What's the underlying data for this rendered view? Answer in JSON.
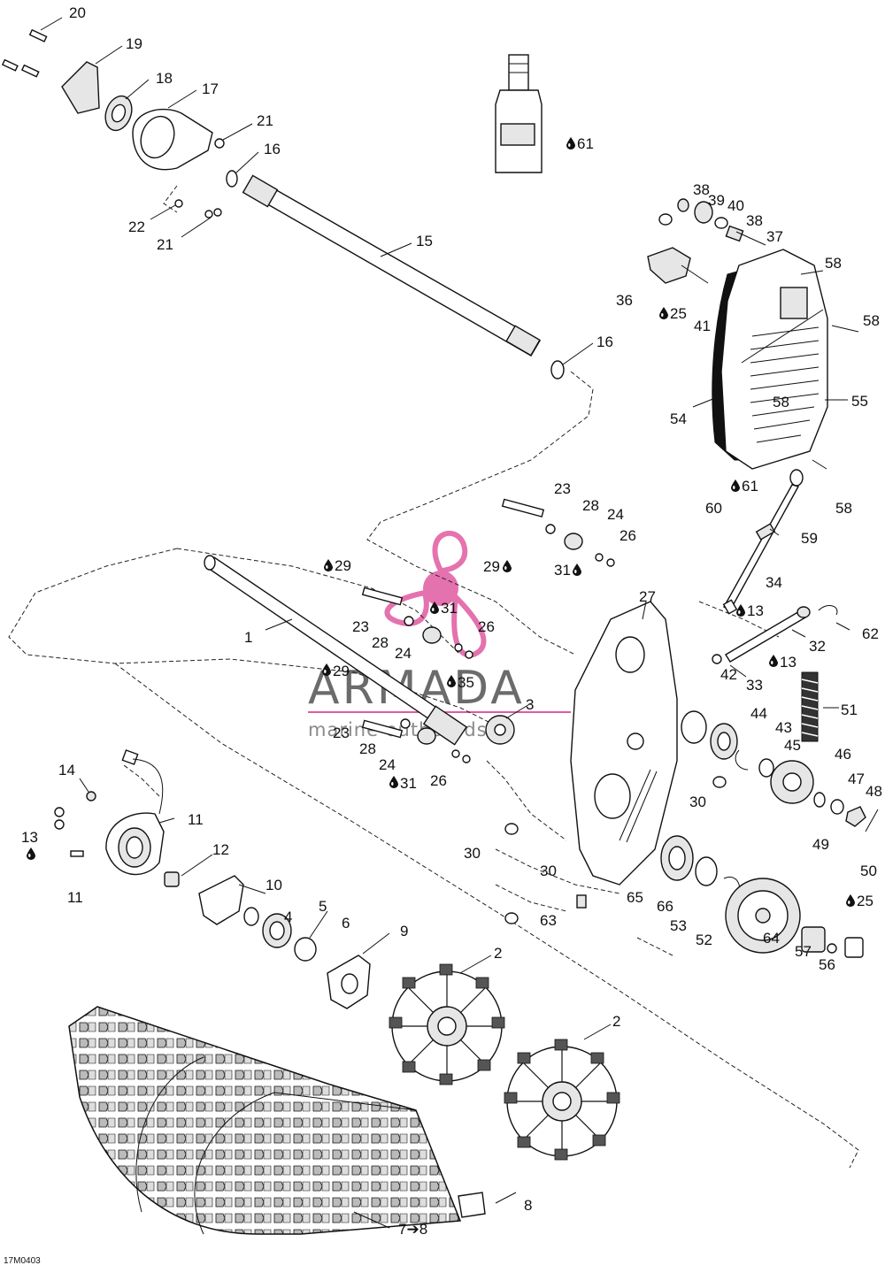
{
  "diagram_id": "17M0403",
  "watermark": {
    "brand": "ARMADA",
    "tagline": "marine outboards",
    "accent_color": "#e05aa0"
  },
  "callouts": {
    "c1": "1",
    "c2a": "2",
    "c2b": "2",
    "c3": "3",
    "c4": "4",
    "c5": "5",
    "c6": "6",
    "c7": "7",
    "c8": "8",
    "c9": "9",
    "c10": "10",
    "c11a": "11",
    "c11b": "11",
    "c12": "12",
    "c13": "13",
    "c14": "14",
    "c15": "15",
    "c16a": "16",
    "c16b": "16",
    "c17": "17",
    "c18": "18",
    "c19": "19",
    "c20": "20",
    "c21a": "21",
    "c21b": "21",
    "c22": "22",
    "c23a": "23",
    "c23b": "23",
    "c23c": "23",
    "c24a": "24",
    "c24b": "24",
    "c24c": "24",
    "c25": "25",
    "c26a": "26",
    "c26b": "26",
    "c26c": "26",
    "c27": "27",
    "c28a": "28",
    "c28b": "28",
    "c28c": "28",
    "c29": "29",
    "c30a": "30",
    "c30b": "30",
    "c30c": "30",
    "c31": "31",
    "c32": "32",
    "c33": "33",
    "c34": "34",
    "c36": "36",
    "c37": "37",
    "c38a": "38",
    "c38b": "38",
    "c39": "39",
    "c40": "40",
    "c41": "41",
    "c42": "42",
    "c43": "43",
    "c44": "44",
    "c45": "45",
    "c46": "46",
    "c47": "47",
    "c48": "48",
    "c49": "49",
    "c50": "50",
    "c51": "51",
    "c52": "52",
    "c53": "53",
    "c54": "54",
    "c55": "55",
    "c56": "56",
    "c57": "57",
    "c58a": "58",
    "c58b": "58",
    "c58c": "58",
    "c58d": "58",
    "c59": "59",
    "c60": "60",
    "c62": "62",
    "c63": "63",
    "c64": "64",
    "c65": "65",
    "c66": "66",
    "c78": "7➔8"
  },
  "lubricants": {
    "l61a": "61",
    "l61b": "61",
    "l25a": "25",
    "l25b": "25",
    "l29a": "29",
    "l29b": "29",
    "l29c": "29",
    "l31a": "31",
    "l31b": "31",
    "l31c": "31",
    "l35": "35",
    "l13a": "13",
    "l13b": "13"
  },
  "icons": {
    "lubricant": "oil-drop-icon"
  }
}
